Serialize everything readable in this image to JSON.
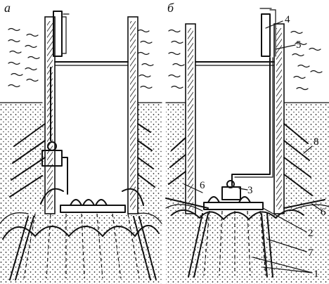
{
  "panels": [
    {
      "id": "a",
      "label": "а"
    },
    {
      "id": "b",
      "label": "б"
    }
  ],
  "callouts": [
    {
      "number": "1"
    },
    {
      "number": "2"
    },
    {
      "number": "3"
    },
    {
      "number": "4"
    },
    {
      "number": "5"
    },
    {
      "number": "6"
    },
    {
      "number": "6"
    },
    {
      "number": "7"
    },
    {
      "number": "8"
    }
  ],
  "colors": {
    "ink": "#111111",
    "background": "#ffffff"
  }
}
